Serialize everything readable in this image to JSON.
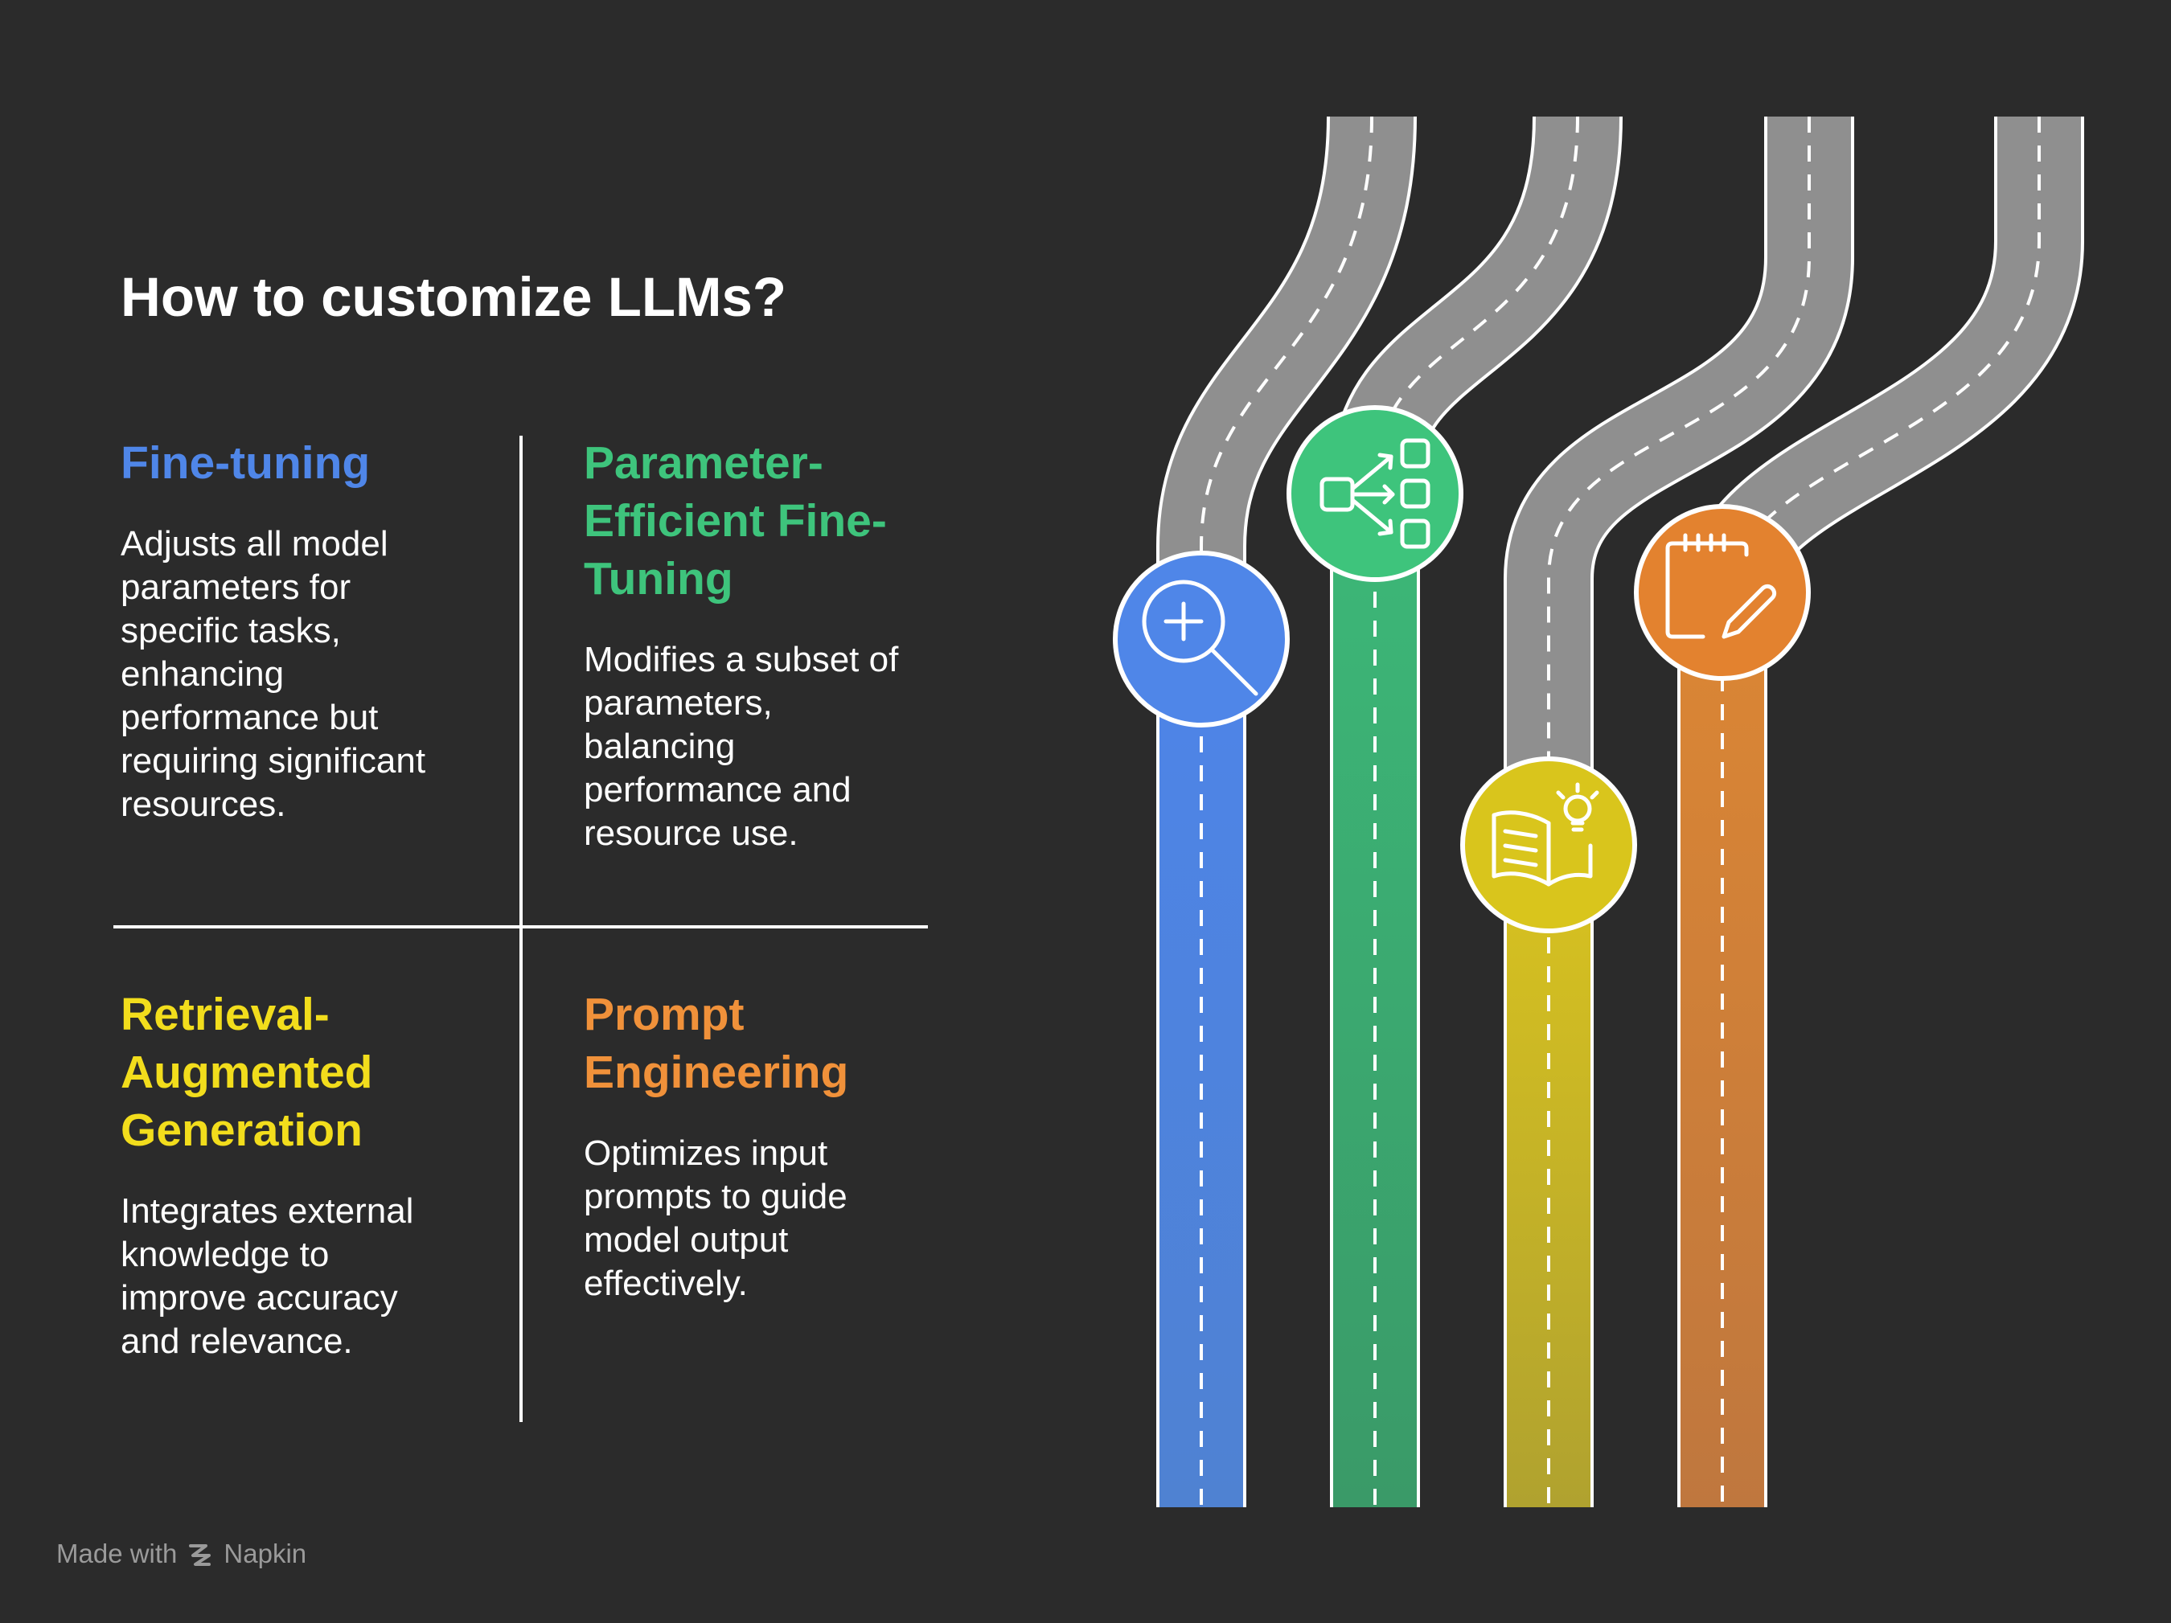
{
  "title": "How to customize LLMs?",
  "quadrants": [
    {
      "heading_lines": [
        "Fine-tuning"
      ],
      "description_lines": [
        "Adjusts all model",
        "parameters for",
        "specific tasks,",
        "enhancing",
        "performance but",
        "requiring significant",
        "resources."
      ],
      "color": "#4f86e8",
      "icon": "zoom-in-magnifier-icon"
    },
    {
      "heading_lines": [
        "Parameter-",
        "Efficient Fine-",
        "Tuning"
      ],
      "description_lines": [
        "Modifies a subset of",
        "parameters,",
        "balancing",
        "performance and",
        "resource use."
      ],
      "color": "#3ec47c",
      "icon": "branching-nodes-icon"
    },
    {
      "heading_lines": [
        "Retrieval-",
        "Augmented",
        "Generation"
      ],
      "description_lines": [
        "Integrates external",
        "knowledge to",
        "improve accuracy",
        "and relevance."
      ],
      "color": "#f2dd1c",
      "icon": "book-lightbulb-icon"
    },
    {
      "heading_lines": [
        "Prompt",
        "Engineering"
      ],
      "description_lines": [
        "Optimizes input",
        "prompts to guide",
        "model output",
        "effectively."
      ],
      "color": "#f0913a",
      "icon": "notepad-pencil-icon"
    }
  ],
  "road_colors": {
    "asphalt": "#8f8f8f",
    "fine_tuning": "#4e84dd",
    "peft": "#3aa46c",
    "rag": "#c9b72a",
    "prompt": "#d27f3a"
  },
  "footer": {
    "made_with": "Made with",
    "brand": "Napkin"
  }
}
